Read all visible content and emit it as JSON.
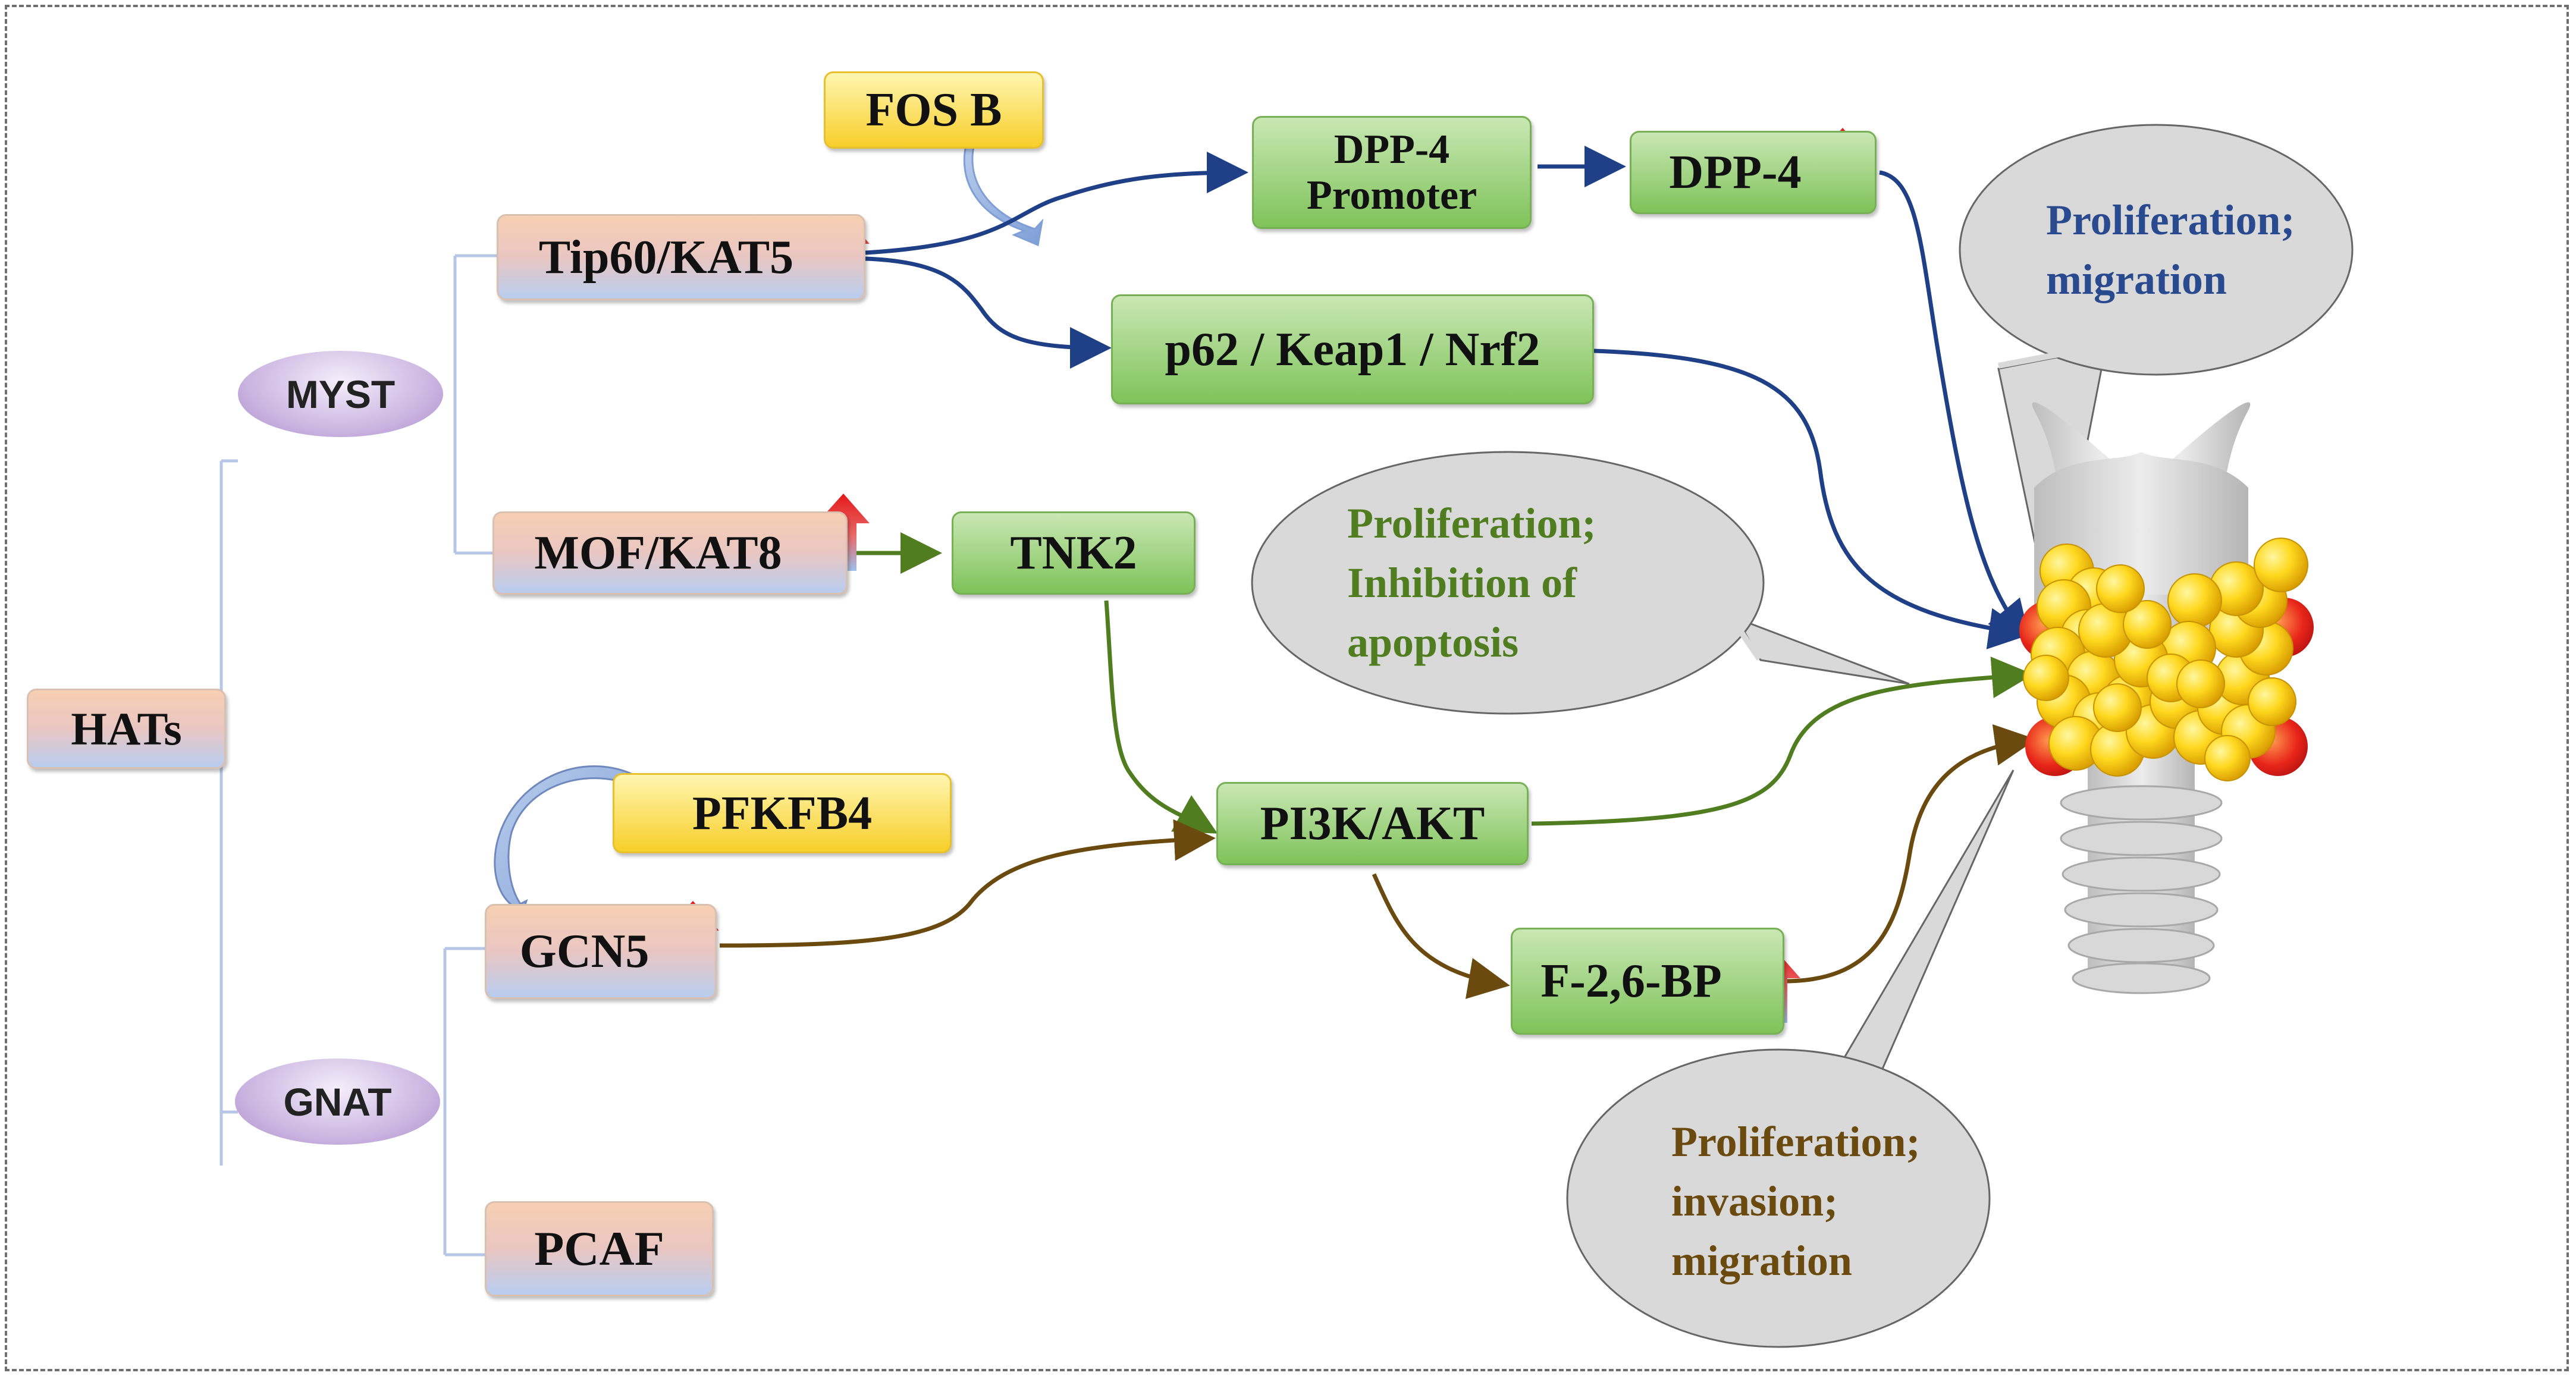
{
  "root": {
    "label": "HATs"
  },
  "families": {
    "myst": "MYST",
    "gnat": "GNAT"
  },
  "enzymes": {
    "tip60": "Tip60/KAT5",
    "mof": "MOF/KAT8",
    "gcn5": "GCN5",
    "pcaf": "PCAF"
  },
  "regulators": {
    "fosb": "FOS B",
    "pfkfb4": "PFKFB4"
  },
  "targets": {
    "dpp4_promoter_line1": "DPP-4",
    "dpp4_promoter_line2": "Promoter",
    "dpp4": "DPP-4",
    "p62": "p62 / Keap1 / Nrf2",
    "tnk2": "TNK2",
    "pi3k": "PI3K/AKT",
    "f26bp": "F-2,6-BP"
  },
  "outcomes": {
    "blue": {
      "line1": "Proliferation;",
      "line2": "migration"
    },
    "green": {
      "line1": "Proliferation;",
      "line2": "Inhibition of",
      "line3": "apoptosis"
    },
    "brown": {
      "line1": "Proliferation;",
      "line2": "invasion;",
      "line3": "migration"
    }
  },
  "colors": {
    "blue_path": "#1f3f86",
    "green_path": "#4f7d1f",
    "brown_path": "#6b4a10",
    "blue_text": "#2a4a8f",
    "green_text": "#4f7d1f",
    "brown_text": "#6b4a10",
    "upregulation_arrow": "#e01f1f"
  },
  "icons": [
    "up-regulation-arrow-icon",
    "thyroid-gland-icon",
    "speech-bubble-icon"
  ]
}
